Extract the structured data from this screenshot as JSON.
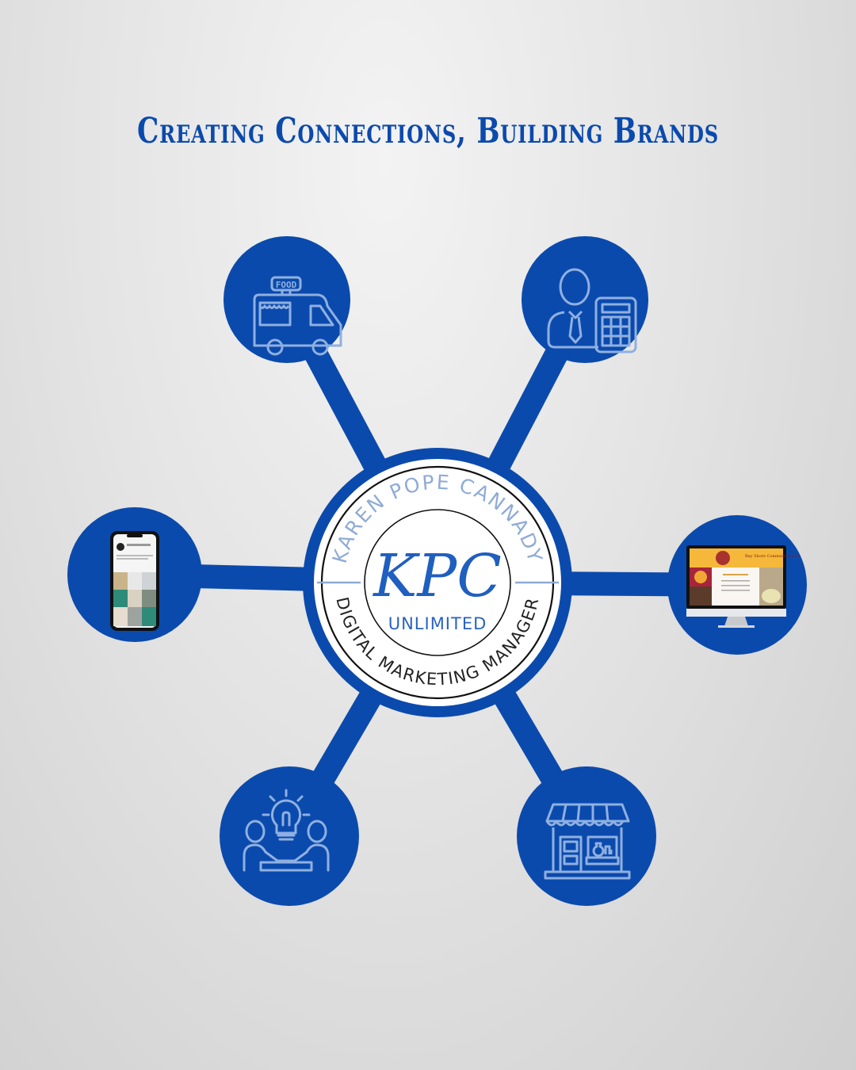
{
  "title": "Creating Connections, Building Brands",
  "colors": {
    "brand_blue": "#0b4aad",
    "icon_stroke": "#8fb0e0",
    "hub_arc_text": "#8fabd6",
    "background": "#e4e4e4"
  },
  "hub": {
    "top_arc_text": "KAREN POPE CANNADY",
    "monogram": "KPC",
    "subtitle": "UNLIMITED",
    "bottom_arc_text": "DIGITAL MARKETING MANAGER"
  },
  "nodes": [
    {
      "id": "food-truck",
      "icon": "food-truck-icon",
      "label": "FOOD"
    },
    {
      "id": "accountant",
      "icon": "accountant-calculator-icon"
    },
    {
      "id": "social-phone",
      "icon": "smartphone-instagram-icon"
    },
    {
      "id": "website-monitor",
      "icon": "desktop-website-icon",
      "screen_heading": "Bay Shore Community Hall"
    },
    {
      "id": "brainstorm",
      "icon": "meeting-lightbulb-icon"
    },
    {
      "id": "storefront",
      "icon": "storefront-icon"
    }
  ]
}
